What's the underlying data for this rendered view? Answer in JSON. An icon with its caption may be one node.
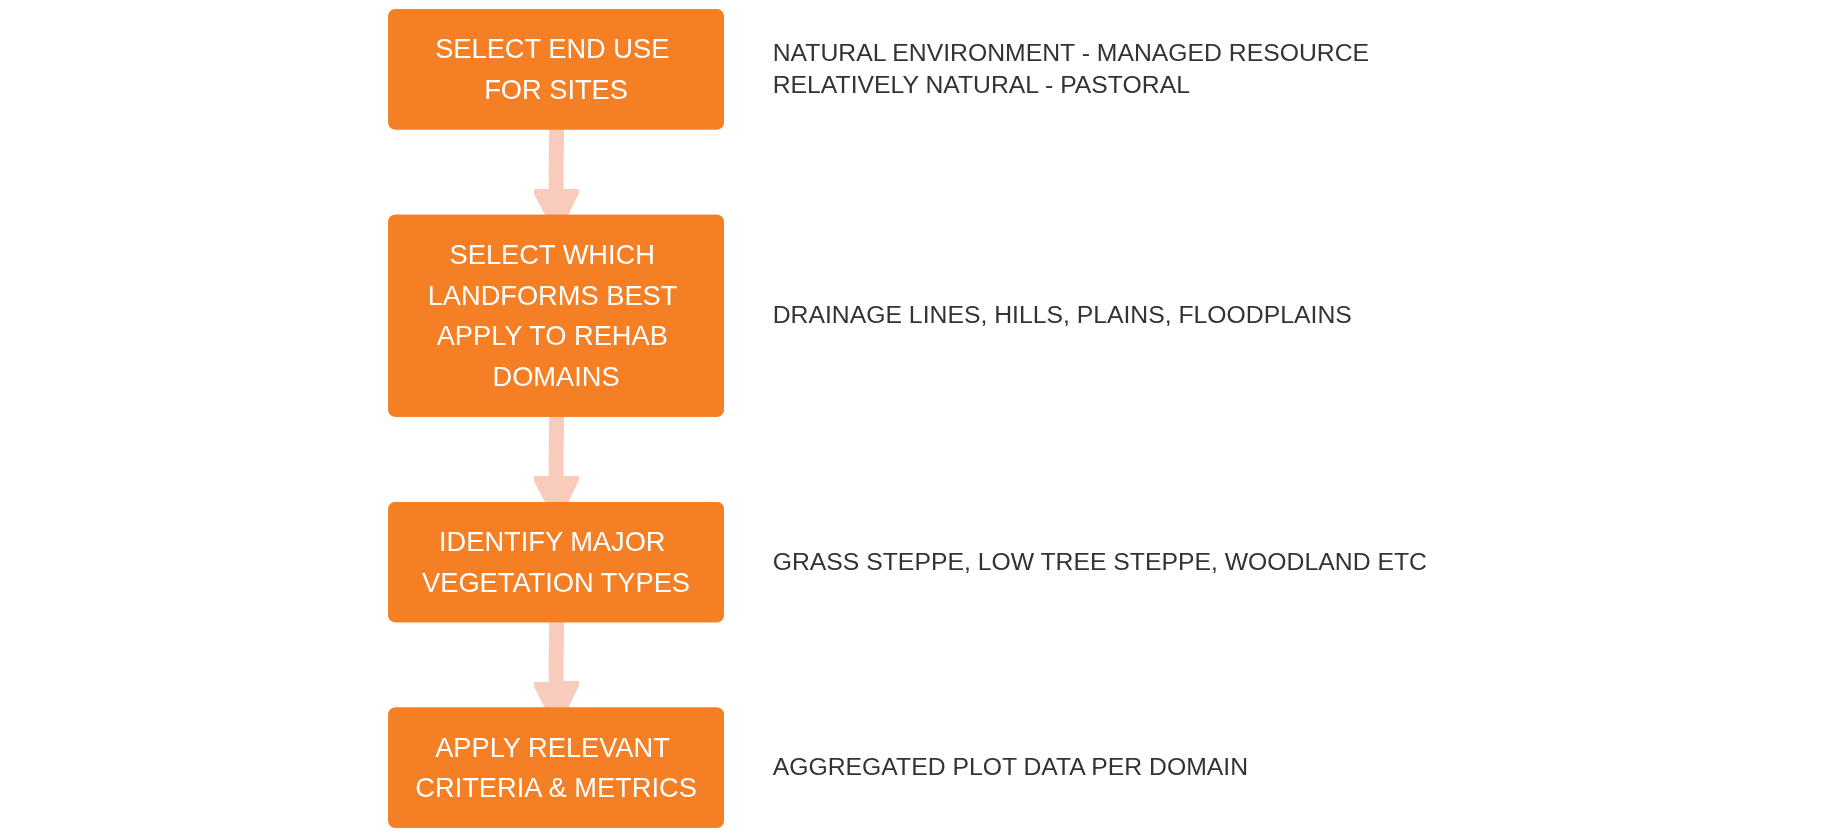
{
  "diagram": {
    "nodes": [
      {
        "text": [
          "SELECT END USE FOR SITES"
        ],
        "beside": [
          "NATURAL ENVIRONMENT - MANAGED RESOURCE",
          "RELATIVELY NATURAL - PASTORAL"
        ]
      },
      {
        "text": [
          "SELECT WHICH LANDFORMS BEST APPLY TO REHAB DOMAINS"
        ],
        "beside": [
          "DRAINAGE LINES, HILLS, PLAINS, FLOODPLAINS"
        ]
      },
      {
        "text": [
          "IDENTIFY MAJOR VEGETATION TYPES"
        ],
        "beside": [
          "GRASS STEPPE, LOW TREE STEPPE, WOODLAND ETC"
        ]
      },
      {
        "text": [
          "APPLY RELEVANT CRITERIA & METRICS"
        ],
        "beside": [
          "AGGREGATED PLOT DATA PER DOMAIN"
        ]
      }
    ],
    "edges": [
      {
        "from": 0,
        "to": 1,
        "arrow": "to",
        "color": "#f9cbbd"
      },
      {
        "from": 1,
        "to": 2,
        "arrow": "to",
        "color": "#f9cbbd"
      },
      {
        "from": 2,
        "to": 3,
        "arrow": "to",
        "color": "#f9cbbd"
      }
    ]
  }
}
